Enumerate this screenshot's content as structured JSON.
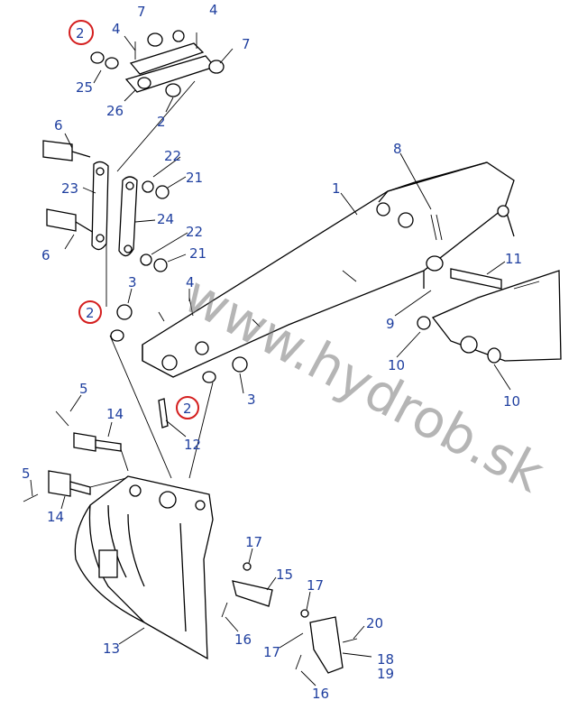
{
  "watermark": "www.hydrob.sk",
  "callouts": [
    "2",
    "4",
    "7",
    "4",
    "7",
    "25",
    "26",
    "2",
    "6",
    "22",
    "21",
    "23",
    "24",
    "22",
    "21",
    "6",
    "1",
    "8",
    "11",
    "3",
    "4",
    "2",
    "9",
    "10",
    "10",
    "3",
    "2",
    "12",
    "5",
    "14",
    "5",
    "14",
    "13",
    "17",
    "15",
    "16",
    "17",
    "17",
    "20",
    "18",
    "19",
    "16"
  ],
  "highlight_color": "#d41e1e",
  "callout_color": "#1f3f9f"
}
